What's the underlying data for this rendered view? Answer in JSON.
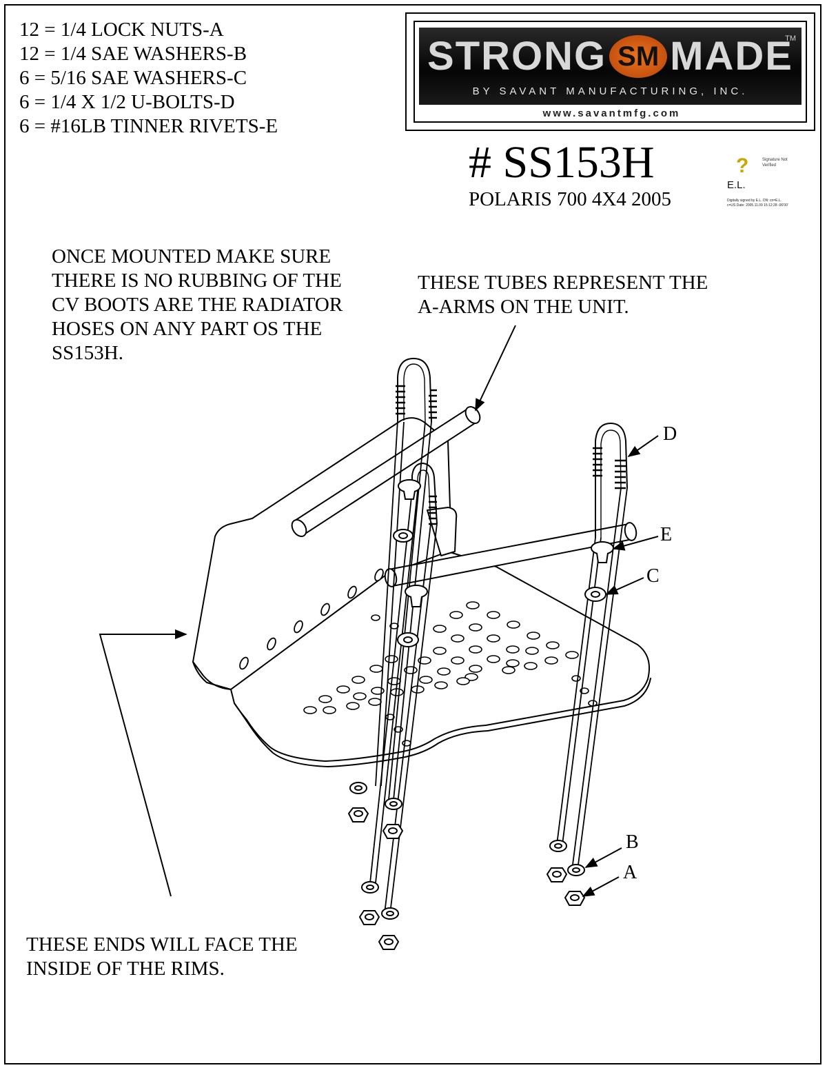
{
  "parts_list": [
    "12 = 1/4 LOCK NUTS-A",
    "12 = 1/4 SAE WASHERS-B",
    "6 = 5/16 SAE WASHERS-C",
    "6 = 1/4 X 1/2 U-BOLTS-D",
    "6 = #16LB TINNER RIVETS-E"
  ],
  "logo": {
    "word_left": "STRONG",
    "word_mid": "SM",
    "word_right": "MADE",
    "tm": "TM",
    "subtitle": "BY SAVANT MANUFACTURING, INC.",
    "url": "www.savantmfg.com",
    "band_color": "#0a0a0a",
    "accent_color": "#d4621a"
  },
  "part_number": "# SS153H",
  "vehicle": "POLARIS 700 4X4 2005",
  "signature": {
    "icon": "question-mark-icon",
    "status": "Signature Not Verified",
    "initials": "E.L.",
    "details": "Digitally signed by E.L. DN: cn=E.L. c=US Date: 2005.11.09 15:12:28 -06'00'"
  },
  "notes": {
    "mount": "ONCE MOUNTED MAKE SURE\nTHERE IS NO RUBBING OF THE\nCV BOOTS ARE THE RADIATOR\nHOSES ON ANY PART OS THE\nSS153H.",
    "tubes": "THESE TUBES REPRESENT THE\nA-ARMS ON THE UNIT.",
    "ends": "THESE ENDS WILL FACE THE\nINSIDE OF THE RIMS."
  },
  "callouts": {
    "a": "A",
    "b": "B",
    "c": "C",
    "d": "D",
    "e": "E"
  }
}
